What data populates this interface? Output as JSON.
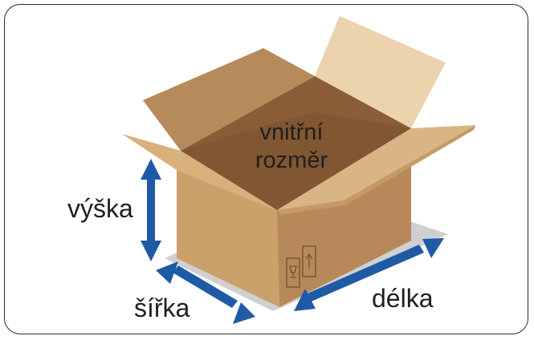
{
  "labels": {
    "inner": [
      "vnitřní",
      "rozměr"
    ],
    "height": "výška",
    "width": "šířka",
    "length": "délka"
  },
  "colors": {
    "frame": "#2b2b2b",
    "floor": "#d0d0d2",
    "arrow": "#1f5aa6",
    "box_side_left": "#c99a63",
    "box_side_front": "#b58a58",
    "box_inside": "#8a5d37",
    "flap_light": "#e9cfa8",
    "flap_mid": "#c89c69",
    "text": "#1f1f1f"
  },
  "icons": [
    "fragile-glass-icon",
    "this-side-up-icon"
  ]
}
